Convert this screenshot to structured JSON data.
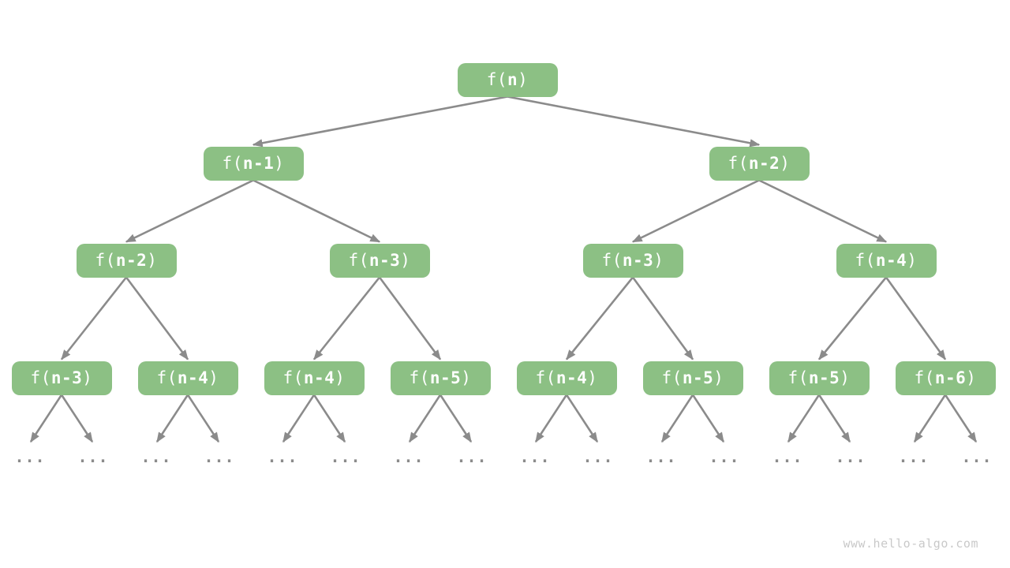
{
  "colors": {
    "background": "#ffffff",
    "node_fill": "#8cc084",
    "node_text": "#ffffff",
    "edge": "#8b8b8b",
    "ellipsis": "#8c8c8c",
    "watermark": "#c9c9c9"
  },
  "tree": {
    "levels": [
      {
        "nodes": [
          {
            "label": "f(n)",
            "pre": "f(",
            "bold": "n",
            "post": ")"
          }
        ]
      },
      {
        "nodes": [
          {
            "label": "f(n-1)",
            "pre": "f(",
            "bold": "n-1",
            "post": ")"
          },
          {
            "label": "f(n-2)",
            "pre": "f(",
            "bold": "n-2",
            "post": ")"
          }
        ]
      },
      {
        "nodes": [
          {
            "label": "f(n-2)",
            "pre": "f(",
            "bold": "n-2",
            "post": ")"
          },
          {
            "label": "f(n-3)",
            "pre": "f(",
            "bold": "n-3",
            "post": ")"
          },
          {
            "label": "f(n-3)",
            "pre": "f(",
            "bold": "n-3",
            "post": ")"
          },
          {
            "label": "f(n-4)",
            "pre": "f(",
            "bold": "n-4",
            "post": ")"
          }
        ]
      },
      {
        "nodes": [
          {
            "label": "f(n-3)",
            "pre": "f(",
            "bold": "n-3",
            "post": ")"
          },
          {
            "label": "f(n-4)",
            "pre": "f(",
            "bold": "n-4",
            "post": ")"
          },
          {
            "label": "f(n-4)",
            "pre": "f(",
            "bold": "n-4",
            "post": ")"
          },
          {
            "label": "f(n-5)",
            "pre": "f(",
            "bold": "n-5",
            "post": ")"
          },
          {
            "label": "f(n-4)",
            "pre": "f(",
            "bold": "n-4",
            "post": ")"
          },
          {
            "label": "f(n-5)",
            "pre": "f(",
            "bold": "n-5",
            "post": ")"
          },
          {
            "label": "f(n-5)",
            "pre": "f(",
            "bold": "n-5",
            "post": ")"
          },
          {
            "label": "f(n-6)",
            "pre": "f(",
            "bold": "n-6",
            "post": ")"
          }
        ]
      }
    ],
    "leaf_ellipsis": {
      "label": "...",
      "count": 16
    }
  },
  "watermark": "www.hello-algo.com"
}
